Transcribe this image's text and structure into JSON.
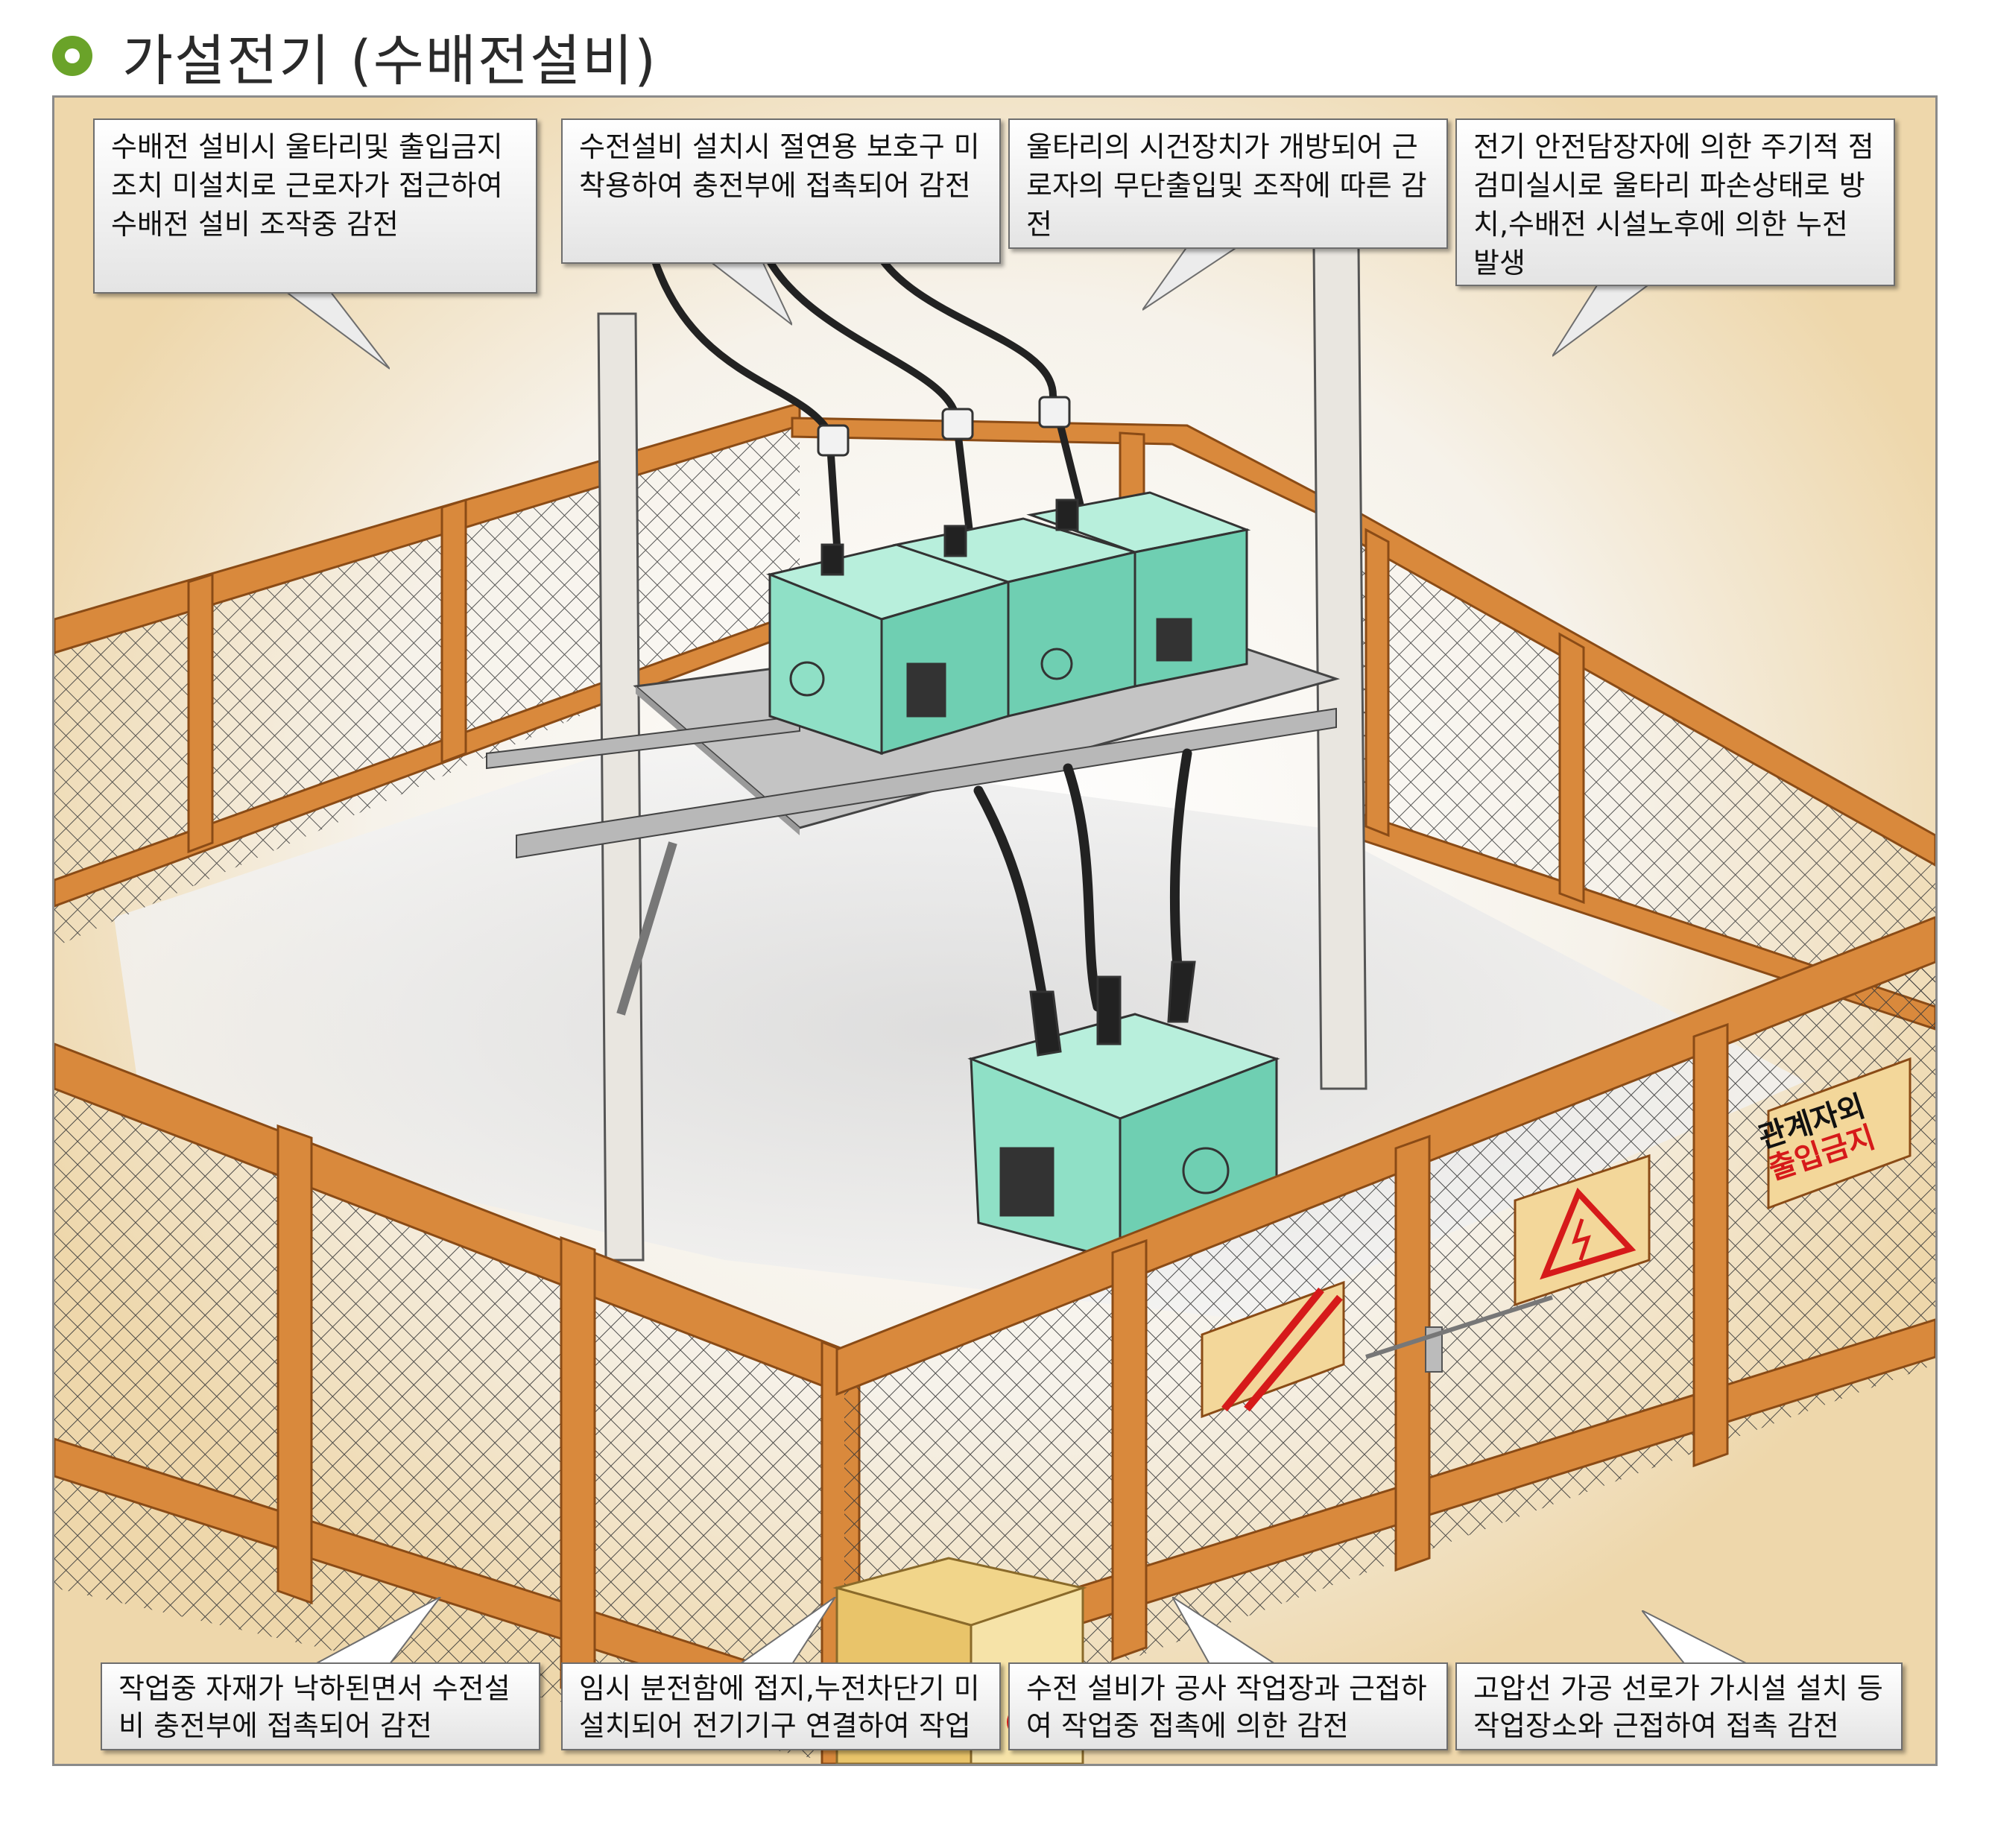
{
  "title": "가설전기 (수배전설비)",
  "callouts": {
    "top_1": "수배전 설비시 울타리및 출입금지 조치 미설치로 근로자가 접근하여 수배전 설비 조작중 감전",
    "top_2": "수전설비 설치시 절연용 보호구 미착용하여 충전부에 접촉되어 감전",
    "top_3": "울타리의 시건장치가 개방되어 근로자의 무단출입및 조작에 따른 감전",
    "top_4": "전기 안전담장자에 의한 주기적 점검미실시로 울타리 파손상태로 방치,수배전 시설노후에 의한 누전 발생",
    "bottom_1": "작업중 자재가 낙하된면서 수전설비 충전부에 접촉되어 감전",
    "bottom_2": "임시 분전함에 접지,누전차단기 미설치되어 전기기구 연결하여 작업중 감전",
    "bottom_3": "수전 설비가 공사 작업장과 근접하여 작업중 접촉에 의한 감전",
    "bottom_4": "고압선 가공 선로가 가시설 설치 등 작업장소와 근접하여 접촉 감전"
  },
  "sign": {
    "line1": "관계자외",
    "line2": "출입금지"
  },
  "colors": {
    "title_bullet": "#6aa329",
    "fence_wood": "#d9893c",
    "transformer": "#8fe0c6",
    "sign_red": "#d61a1a",
    "background": "#eed7ab"
  }
}
